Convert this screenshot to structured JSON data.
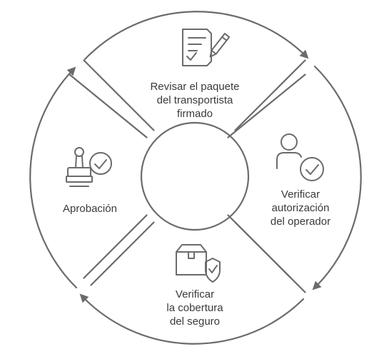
{
  "cycle": {
    "steps": [
      {
        "id": "top",
        "icon": "signed-document-icon",
        "lines": [
          "Revisar el paquete",
          "del transportista",
          "firmado"
        ]
      },
      {
        "id": "right",
        "icon": "operator-check-icon",
        "lines": [
          "Verificar",
          "autorización",
          "del operador"
        ]
      },
      {
        "id": "bottom",
        "icon": "package-shield-icon",
        "lines": [
          "Verificar",
          "la cobertura",
          "del seguro"
        ]
      },
      {
        "id": "left",
        "icon": "approval-stamp-icon",
        "lines": [
          "Aprobación"
        ]
      }
    ]
  },
  "colors": {
    "stroke": "#6b6b6b",
    "text": "#3a3a3a",
    "background": "#ffffff"
  }
}
